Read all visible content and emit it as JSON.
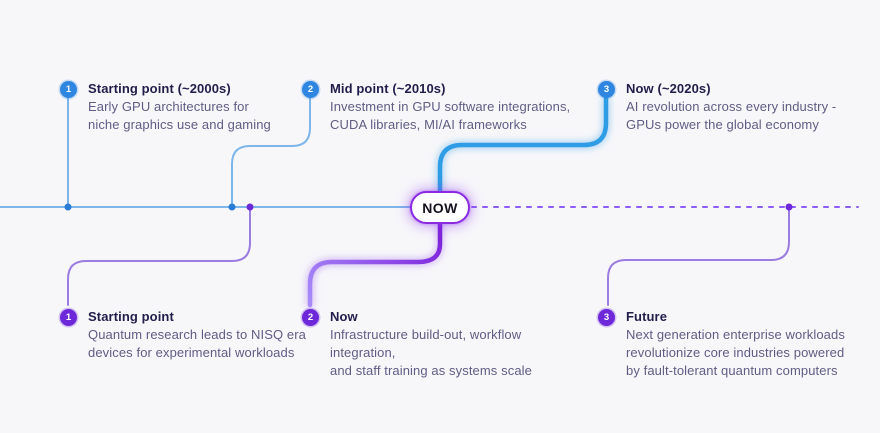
{
  "diagram": {
    "now_label": "NOW"
  },
  "top_track": {
    "theme": "blue-gpu-track",
    "items": [
      {
        "number": "1",
        "title": "Starting point (~2000s)",
        "body": "Early GPU architectures for\nniche graphics use and gaming"
      },
      {
        "number": "2",
        "title": "Mid point (~2010s)",
        "body": "Investment in GPU software integrations,\nCUDA libraries, MI/AI frameworks"
      },
      {
        "number": "3",
        "title": "Now (~2020s)",
        "body": "AI revolution across every industry -\nGPUs power the global economy"
      }
    ]
  },
  "bottom_track": {
    "theme": "purple-quantum-track",
    "items": [
      {
        "number": "1",
        "title": "Starting point",
        "body": "Quantum research leads to NISQ era\ndevices for experimental workloads"
      },
      {
        "number": "2",
        "title": "Now",
        "body": "Infrastructure build-out, workflow integration,\nand staff training as systems scale"
      },
      {
        "number": "3",
        "title": "Future",
        "body": "Next generation enterprise workloads\nrevolutionize core industries powered\nby fault-tolerant quantum computers"
      }
    ]
  },
  "colors": {
    "bg": "#f7f7fa",
    "line-blue": "#7db6e9",
    "thick-blue": "#2f9de6",
    "dot-blue": "#2a7bd4",
    "circle-blue": "#2e86e0",
    "line-purple": "#9b7ce0",
    "dashed-purple": "#8b5cf6",
    "dot-purple": "#6d28d9",
    "circle-purple": "#6d28d9",
    "thick-purple-start": "#7c1fd9",
    "thick-purple-end": "#a78bfa",
    "badge-border": "#8a2be2",
    "title-text": "#221e4a",
    "body-text": "#605c84"
  }
}
